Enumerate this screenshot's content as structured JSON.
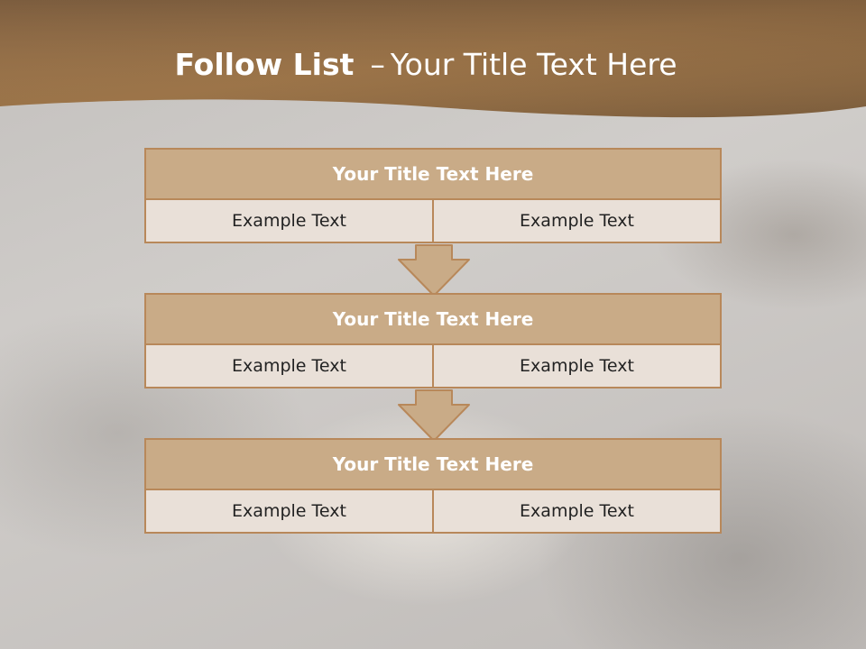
{
  "slide": {
    "title_bold": "Follow List",
    "title_dash": "–",
    "title_rest": "Your Title Text Here"
  },
  "steps": [
    {
      "title": "Your Title Text Here",
      "left": "Example Text",
      "right": "Example Text"
    },
    {
      "title": "Your Title Text Here",
      "left": "Example Text",
      "right": "Example Text"
    },
    {
      "title": "Your Title Text Here",
      "left": "Example Text",
      "right": "Example Text"
    }
  ],
  "colors": {
    "header_band": "#a67c4e",
    "title_fill": "#c9ab87",
    "cell_fill": "#e9e0d8",
    "border": "#b8885a"
  }
}
